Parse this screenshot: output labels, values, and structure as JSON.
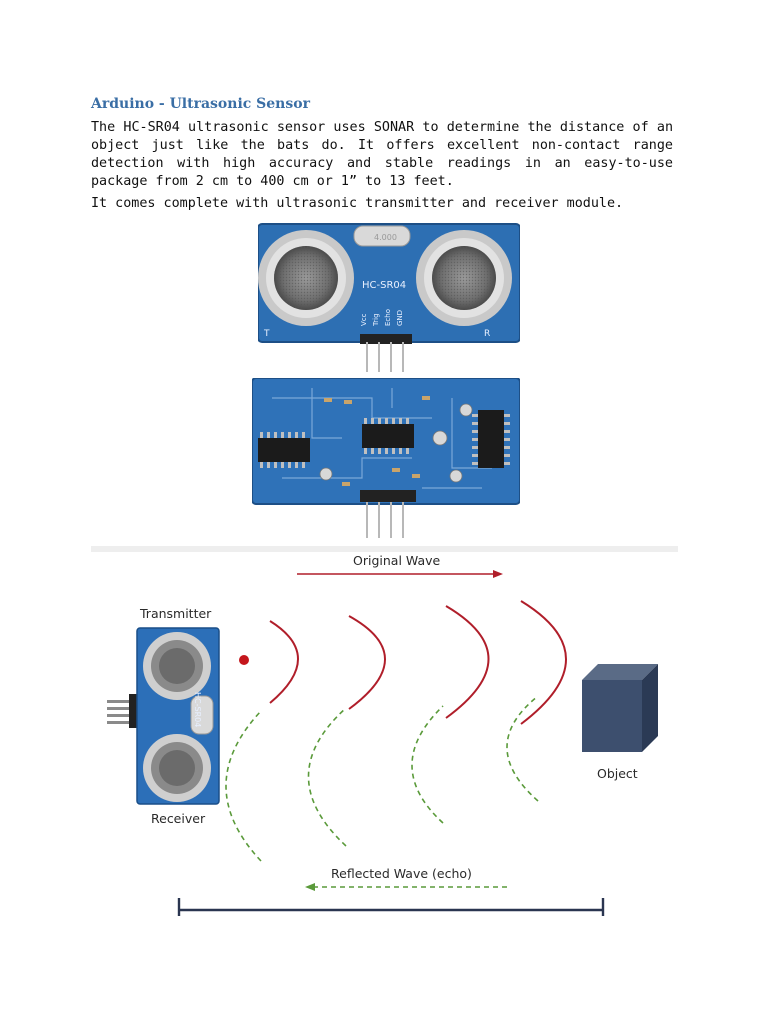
{
  "document": {
    "title": "Arduino - Ultrasonic Sensor",
    "paragraph_1": "The HC-SR04 ultrasonic sensor uses SONAR to determine the distance of an object just like the bats do. It offers excellent non-contact range detection with high accuracy and stable readings in an easy-to-use package from 2 cm to 400 cm or 1” to 13 feet.",
    "paragraph_2": "It comes complete with ultrasonic transmitter and receiver module."
  },
  "sensor_photo": {
    "model": "HC-SR04",
    "pins": [
      "Vcc",
      "Trig",
      "Echo",
      "GND"
    ],
    "left_mark": "T",
    "right_mark": "R",
    "crystal": "4.000"
  },
  "diagram": {
    "original_wave": "Original Wave",
    "transmitter": "Transmitter",
    "receiver": "Receiver",
    "object": "Object",
    "reflected_wave": "Reflected Wave (echo)",
    "wave_color": "#b01e2a",
    "echo_color": "#5a9a3a"
  }
}
